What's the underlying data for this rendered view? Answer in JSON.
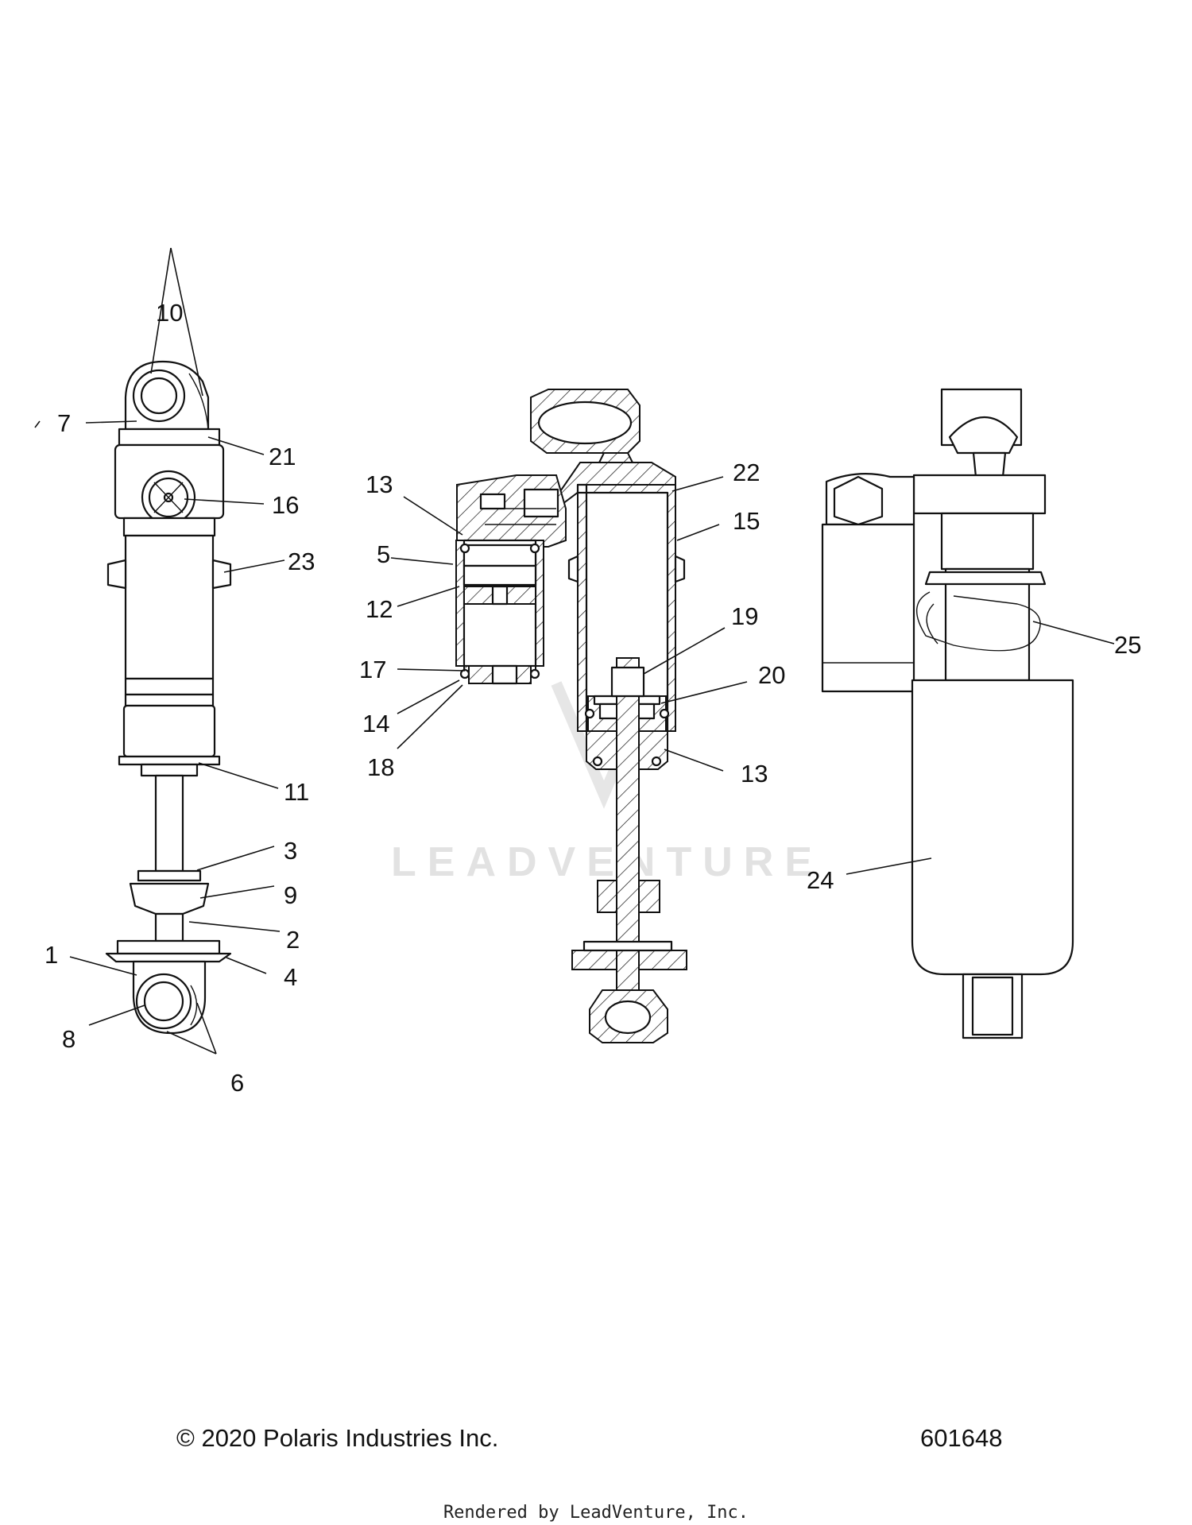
{
  "callouts": [
    {
      "id": "c10",
      "label": "10"
    },
    {
      "id": "c7",
      "label": "7"
    },
    {
      "id": "c21",
      "label": "21"
    },
    {
      "id": "c16",
      "label": "16"
    },
    {
      "id": "c23",
      "label": "23"
    },
    {
      "id": "c11",
      "label": "11"
    },
    {
      "id": "c3",
      "label": "3"
    },
    {
      "id": "c9",
      "label": "9"
    },
    {
      "id": "c2",
      "label": "2"
    },
    {
      "id": "c1",
      "label": "1"
    },
    {
      "id": "c4",
      "label": "4"
    },
    {
      "id": "c8",
      "label": "8"
    },
    {
      "id": "c6",
      "label": "6"
    },
    {
      "id": "c13a",
      "label": "13"
    },
    {
      "id": "c5",
      "label": "5"
    },
    {
      "id": "c12",
      "label": "12"
    },
    {
      "id": "c17",
      "label": "17"
    },
    {
      "id": "c14",
      "label": "14"
    },
    {
      "id": "c18",
      "label": "18"
    },
    {
      "id": "c22",
      "label": "22"
    },
    {
      "id": "c15",
      "label": "15"
    },
    {
      "id": "c19",
      "label": "19"
    },
    {
      "id": "c20",
      "label": "20"
    },
    {
      "id": "c13b",
      "label": "13"
    },
    {
      "id": "c25",
      "label": "25"
    },
    {
      "id": "c24",
      "label": "24"
    }
  ],
  "watermark": {
    "text": "LEADVENTURE"
  },
  "footer": {
    "copyright": "© 2020 Polaris Industries Inc.",
    "diagram_id": "601648",
    "render_credit": "Rendered by LeadVenture, Inc."
  }
}
